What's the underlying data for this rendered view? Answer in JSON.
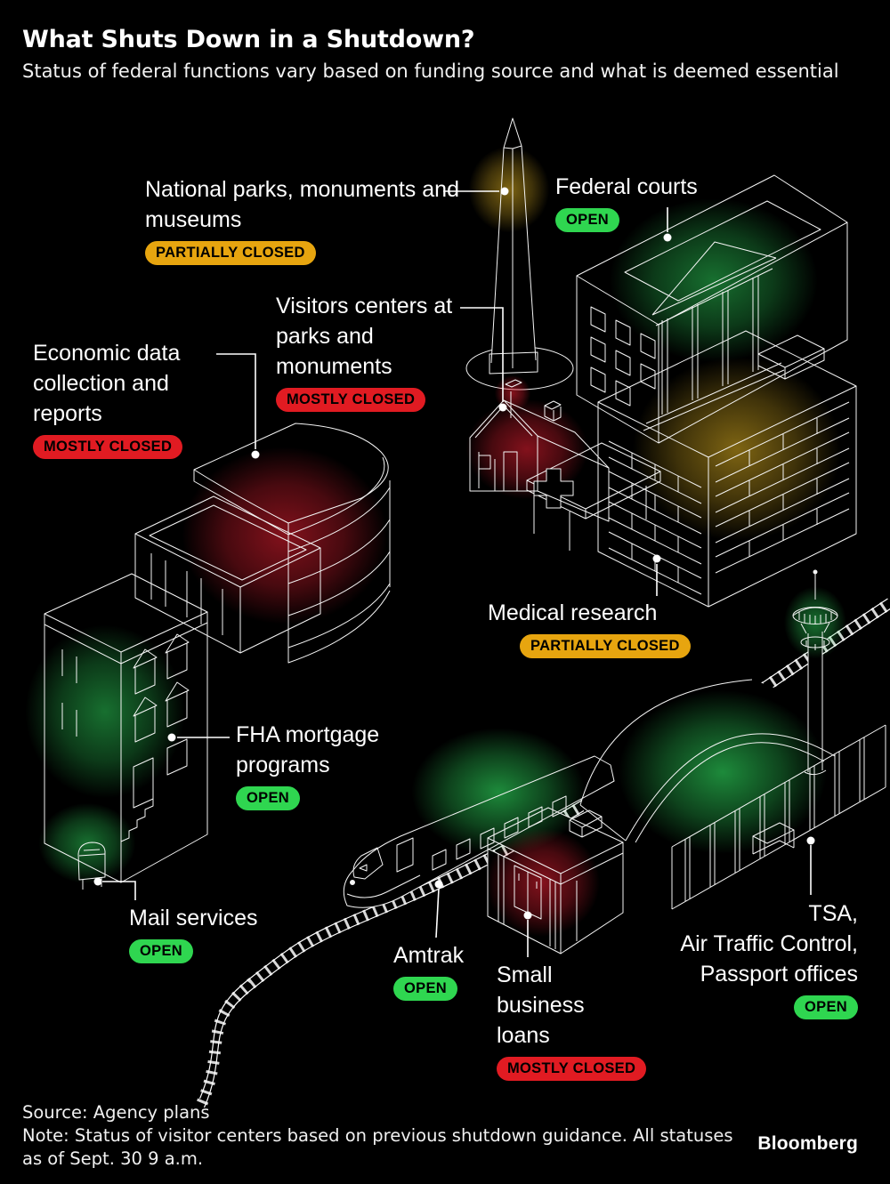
{
  "header": {
    "title": "What Shuts Down in a Shutdown?",
    "subtitle": "Status of federal functions vary based on funding source and what is deemed essential"
  },
  "status_palette": {
    "open": {
      "label": "OPEN",
      "color": "#2fd650"
    },
    "partially_closed": {
      "label": "PARTIALLY CLOSED",
      "color": "#e7a50f"
    },
    "mostly_closed": {
      "label": "MOSTLY CLOSED",
      "color": "#e11b22"
    }
  },
  "colors": {
    "background": "#000000",
    "line_art": "#f5f5f5",
    "text": "#ffffff",
    "glow_green": "#2fdf5f",
    "glow_red": "#ef2033",
    "glow_yellow": "#d3a820"
  },
  "items": [
    {
      "id": "national-parks",
      "label": "National parks, monuments and museums",
      "status": "PARTIALLY CLOSED"
    },
    {
      "id": "federal-courts",
      "label": "Federal courts",
      "status": "OPEN"
    },
    {
      "id": "visitors-centers",
      "label": "Visitors centers at parks and monuments",
      "status": "MOSTLY CLOSED"
    },
    {
      "id": "economic-data",
      "label": "Economic data collection and reports",
      "status": "MOSTLY CLOSED"
    },
    {
      "id": "medical-research",
      "label": "Medical research",
      "status": "PARTIALLY CLOSED"
    },
    {
      "id": "fha-mortgage",
      "label": "FHA mortgage programs",
      "status": "OPEN"
    },
    {
      "id": "mail-services",
      "label": "Mail services",
      "status": "OPEN"
    },
    {
      "id": "amtrak",
      "label": "Amtrak",
      "status": "OPEN"
    },
    {
      "id": "small-business-loans",
      "label": "Small business loans",
      "status": "MOSTLY CLOSED"
    },
    {
      "id": "tsa",
      "label_lines": [
        "TSA,",
        "Air Traffic Control,",
        "Passport offices"
      ],
      "status": "OPEN"
    }
  ],
  "footer": {
    "source": "Source: Agency plans",
    "note": "Note: Status of visitor centers based on previous shutdown guidance. All statuses as of Sept. 30 9 a.m.",
    "brand": "Bloomberg"
  }
}
